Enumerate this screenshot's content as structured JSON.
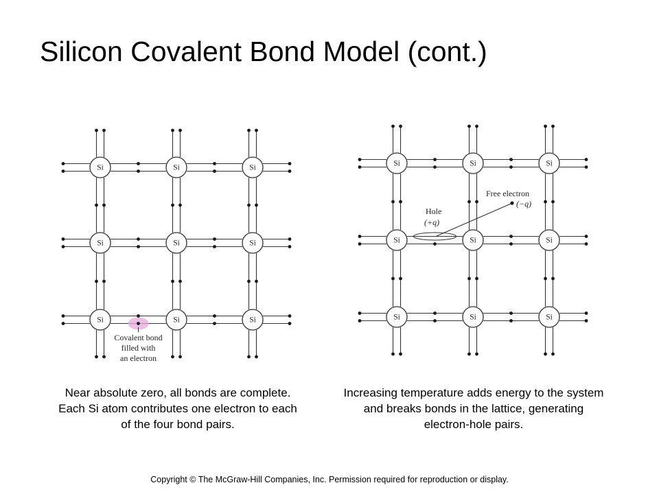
{
  "slide": {
    "title": "Silicon Covalent Bond Model (cont.)",
    "copyright": "Copyright © The McGraw-Hill  Companies, Inc. Permission required for reproduction or display."
  },
  "left_diagram": {
    "atom_symbol": "Si",
    "annotation": [
      "Covalent bond",
      "filled with",
      "an electron"
    ],
    "highlight_color": "#e7a9df",
    "caption": "Near absolute zero, all bonds are complete.  Each Si atom contributes one electron to each of the four bond pairs."
  },
  "right_diagram": {
    "atom_symbol": "Si",
    "hole_label": [
      "Hole",
      "(+q)"
    ],
    "free_electron_label": [
      "Free electron",
      "(−q)"
    ],
    "caption": "Increasing temperature adds energy to the system and breaks bonds in the lattice, generating electron-hole pairs."
  },
  "colors": {
    "bond": "#333333",
    "electron": "#1a1a1a",
    "text": "#000000"
  }
}
